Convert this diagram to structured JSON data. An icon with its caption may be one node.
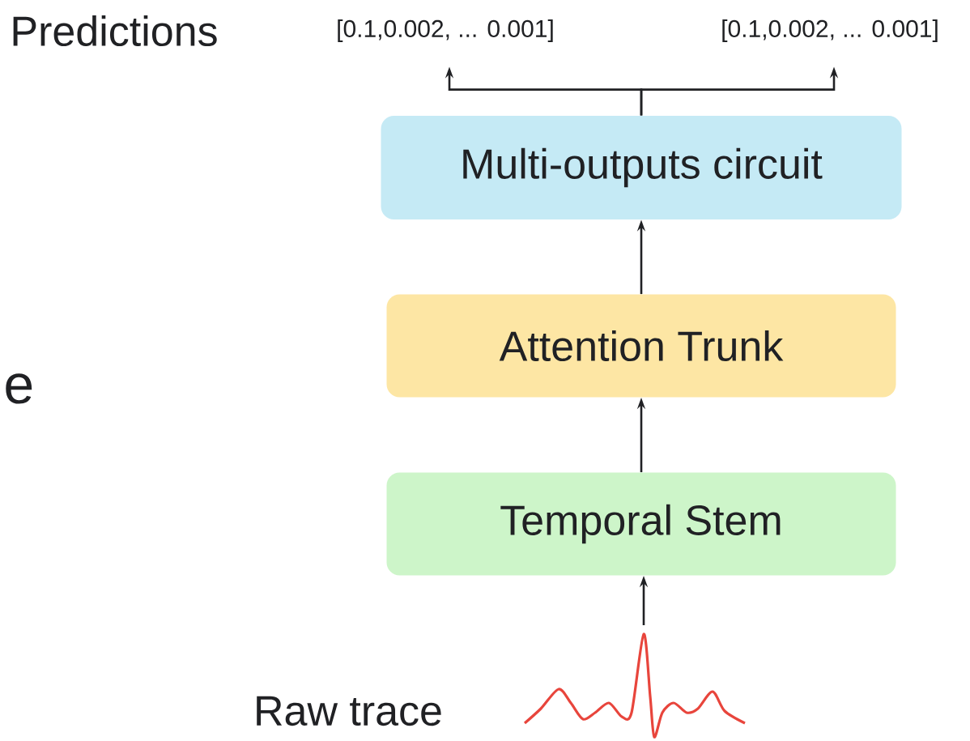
{
  "diagram": {
    "nodes": [
      {
        "text": [
          "Multi-outputs circuit"
        ]
      },
      {
        "text": [
          "Attention Trunk"
        ]
      },
      {
        "text": [
          "Temporal Stem"
        ]
      },
      {
        "text": [],
        "shape": "picture"
      },
      {
        "text": [
          "[0.1,0.002, ... 0.001]"
        ]
      },
      {
        "text": [
          "[0.1,0.002, ... 0.001]"
        ]
      }
    ],
    "edges": [
      {
        "from": 3,
        "to": 2,
        "arrow": "to"
      },
      {
        "from": 2,
        "to": 1,
        "arrow": "to"
      },
      {
        "from": 1,
        "to": 0,
        "arrow": "to"
      },
      {
        "from": 0,
        "to": 4,
        "arrow": "to"
      },
      {
        "from": 0,
        "to": 5,
        "arrow": "to"
      }
    ],
    "labels": [
      "Predictions",
      "e",
      "Raw trace"
    ]
  }
}
